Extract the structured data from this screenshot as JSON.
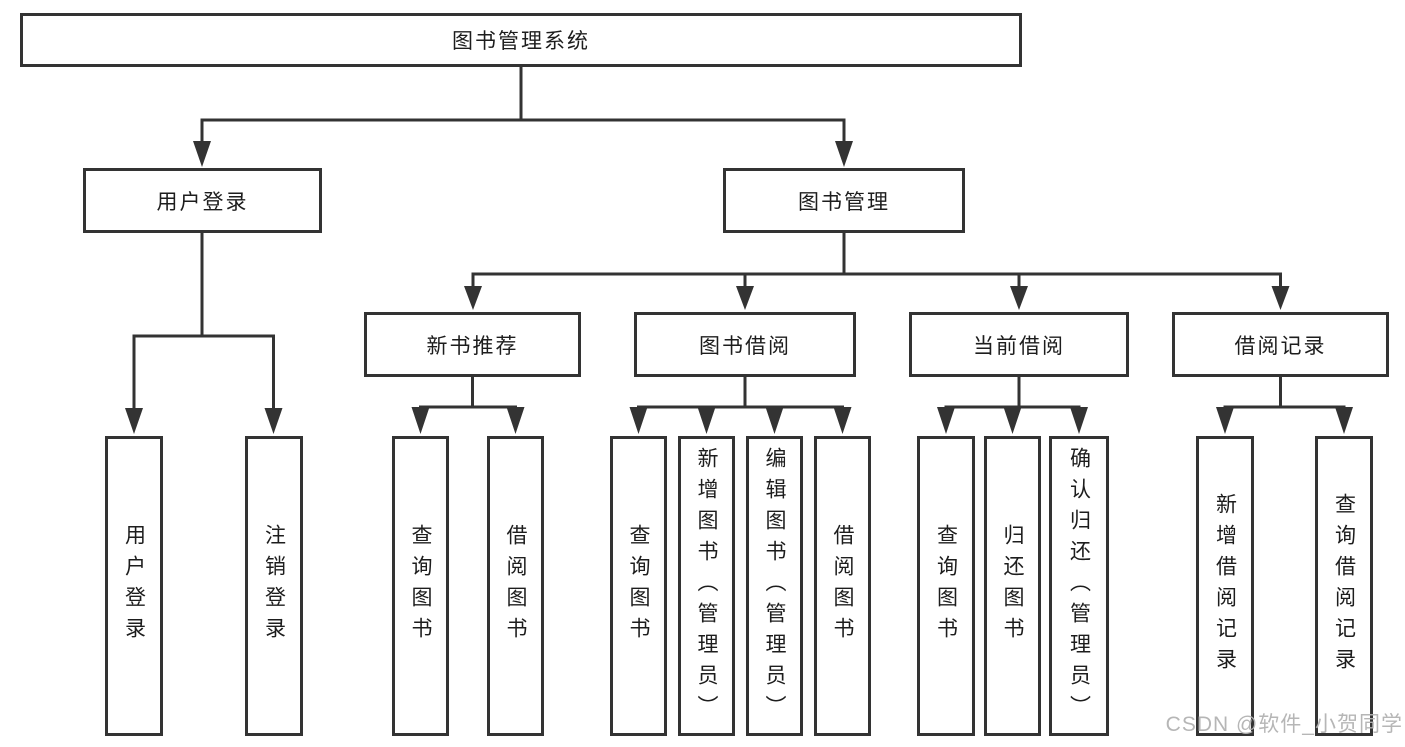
{
  "diagram": {
    "root": {
      "label": "图书管理系统"
    },
    "l2": [
      {
        "label": "用户登录"
      },
      {
        "label": "图书管理"
      }
    ],
    "l3": [
      {
        "label": "新书推荐"
      },
      {
        "label": "图书借阅"
      },
      {
        "label": "当前借阅"
      },
      {
        "label": "借阅记录"
      }
    ],
    "leaves": [
      {
        "label": "用户登录"
      },
      {
        "label": "注销登录"
      },
      {
        "label": "查询图书"
      },
      {
        "label": "借阅图书"
      },
      {
        "label": "查询图书"
      },
      {
        "label": "新增图书（管理员）"
      },
      {
        "label": "编辑图书（管理员）"
      },
      {
        "label": "借阅图书"
      },
      {
        "label": "查询图书"
      },
      {
        "label": "归还图书"
      },
      {
        "label": "确认归还（管理员）"
      },
      {
        "label": "新增借阅记录"
      },
      {
        "label": "查询借阅记录"
      }
    ]
  },
  "watermark": {
    "text": "CSDN @软件_小贺同学"
  },
  "colors": {
    "line": "#333333",
    "text": "#1d1d1d",
    "watermark": "#b2b2b2",
    "background": "#ffffff"
  }
}
